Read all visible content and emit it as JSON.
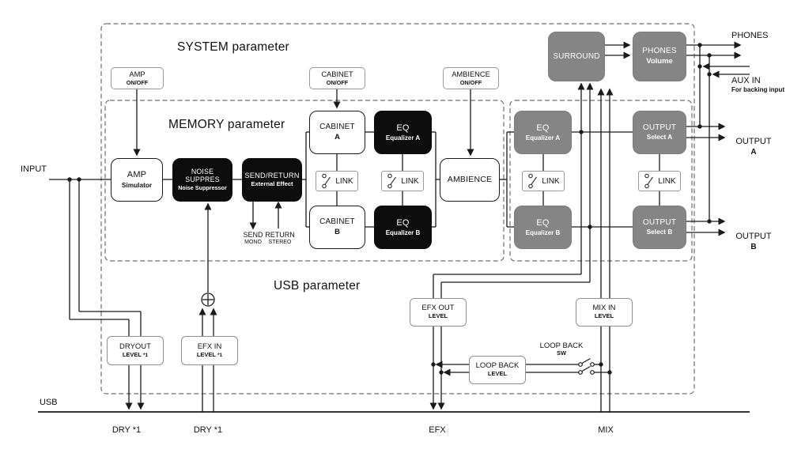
{
  "sections": {
    "system": "SYSTEM parameter",
    "memory": "MEMORY parameter",
    "usb": "USB parameter"
  },
  "ports": {
    "input": "INPUT",
    "usb": "USB",
    "phones": "PHONES",
    "aux_in": "AUX IN",
    "aux_note": "For backing input",
    "output_label_a": "OUTPUT",
    "output_a_letter": "A",
    "output_label_b": "OUTPUT",
    "output_b_letter": "B",
    "usb_dry_1": "DRY *1",
    "usb_dry_2": "DRY *1",
    "usb_efx": "EFX",
    "usb_mix": "MIX"
  },
  "switch_boxes": {
    "amp": {
      "title": "AMP",
      "sub": "ON/OFF"
    },
    "cabinet": {
      "title": "CABINET",
      "sub": "ON/OFF"
    },
    "ambience": {
      "title": "AMBIENCE",
      "sub": "ON/OFF"
    }
  },
  "blocks": {
    "amp": {
      "title": "AMP",
      "sub": "Simulator"
    },
    "noise_suppressor": {
      "title": "NOISE SUPPRES",
      "sub": "Noise Suppressor"
    },
    "send_return": {
      "title": "SEND/RETURN",
      "sub": "External Effect"
    },
    "cabinet_a": {
      "title": "CABINET",
      "sub": "A"
    },
    "cabinet_b": {
      "title": "CABINET",
      "sub": "B"
    },
    "eq_a": {
      "title": "EQ",
      "sub": "Equalizer A"
    },
    "eq_b": {
      "title": "EQ",
      "sub": "Equalizer B"
    },
    "ambience": {
      "title": "AMBIENCE"
    },
    "system_eq_a": {
      "title": "EQ",
      "sub": "Equalizer A"
    },
    "system_eq_b": {
      "title": "EQ",
      "sub": "Equalizer B"
    },
    "surround": {
      "title": "SURROUND"
    },
    "phones_volume": {
      "title": "PHONES",
      "sub": "Volume"
    },
    "output_select_a": {
      "title": "OUTPUT",
      "sub": "Select A"
    },
    "output_select_b": {
      "title": "OUTPUT",
      "sub": "Select B"
    }
  },
  "link_label": "LINK",
  "send_return_jacks": {
    "send": "SEND",
    "send_sub": "MONO",
    "return": "RETURN",
    "return_sub": "STEREO"
  },
  "level_boxes": {
    "dry_out": {
      "title": "DRYOUT",
      "sub": "LEVEL",
      "note": "*1"
    },
    "efx_in": {
      "title": "EFX IN",
      "sub": "LEVEL",
      "note": "*1"
    },
    "efx_out": {
      "title": "EFX OUT",
      "sub": "LEVEL"
    },
    "mix_in": {
      "title": "MIX IN",
      "sub": "LEVEL"
    },
    "loop_back": {
      "title": "LOOP BACK",
      "sub": "LEVEL"
    }
  },
  "loop_back_sw": {
    "title": "LOOP BACK",
    "sub": "SW"
  },
  "colors": {
    "block_black": "#0d0d0d",
    "block_gray": "#858585",
    "wire": "#1a1a1a",
    "dashed_border": "#6e6e6e"
  }
}
